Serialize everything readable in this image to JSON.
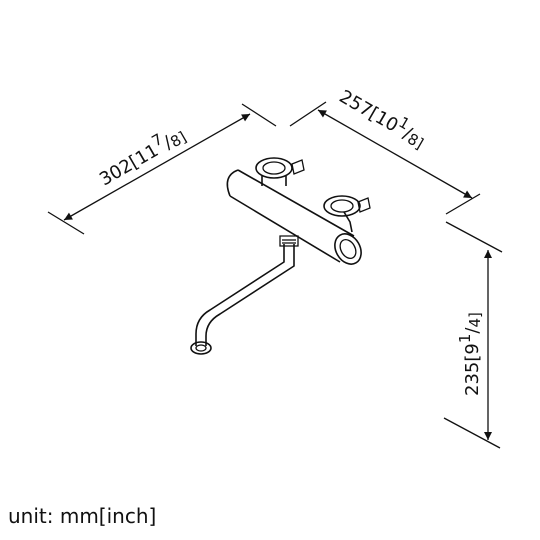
{
  "dimensions": {
    "width": {
      "main": "302[11",
      "num": "7",
      "den": "8]"
    },
    "depth": {
      "main": "257[10",
      "num": "1",
      "den": "8]"
    },
    "height": {
      "main": "235[9",
      "num": "1",
      "den": "4]"
    }
  },
  "unit_note": "unit: mm[inch]",
  "colors": {
    "line": "#111111",
    "background": "#ffffff"
  }
}
